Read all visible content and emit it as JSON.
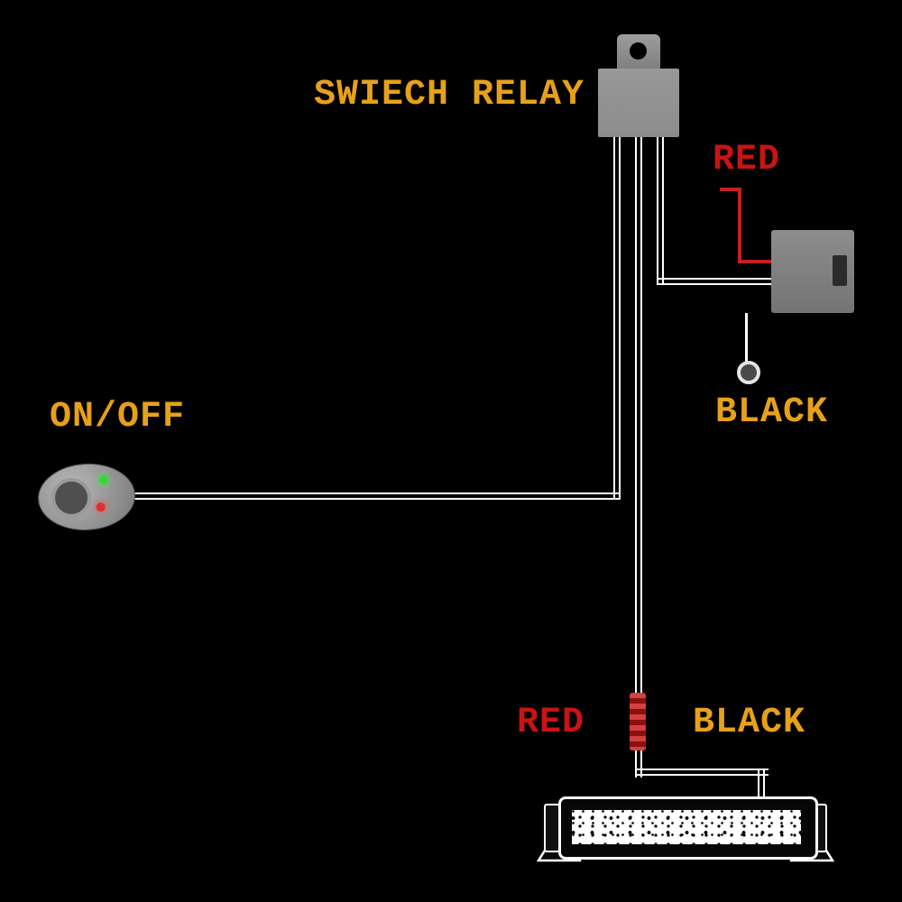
{
  "diagram": {
    "labels": {
      "relay": "SWIECH RELAY",
      "red_top": "RED",
      "black_terminal": "BLACK",
      "switch": "ON/OFF",
      "red_bottom": "RED",
      "black_bottom": "BLACK"
    },
    "colors": {
      "background": "#000000",
      "label_yellow": "#E7A119",
      "label_red": "#C71414",
      "wire": "#FFFFFF",
      "red_wire": "#C42020",
      "component_gray": "#8C8C8C"
    },
    "components": {
      "relay": "switch-relay",
      "fuse_box": "fuse-holder",
      "ring_terminal": "ring-terminal",
      "switch": "on-off-switch",
      "butt_connector": "red-butt-connector",
      "light_bar": "led-light-bar"
    }
  }
}
